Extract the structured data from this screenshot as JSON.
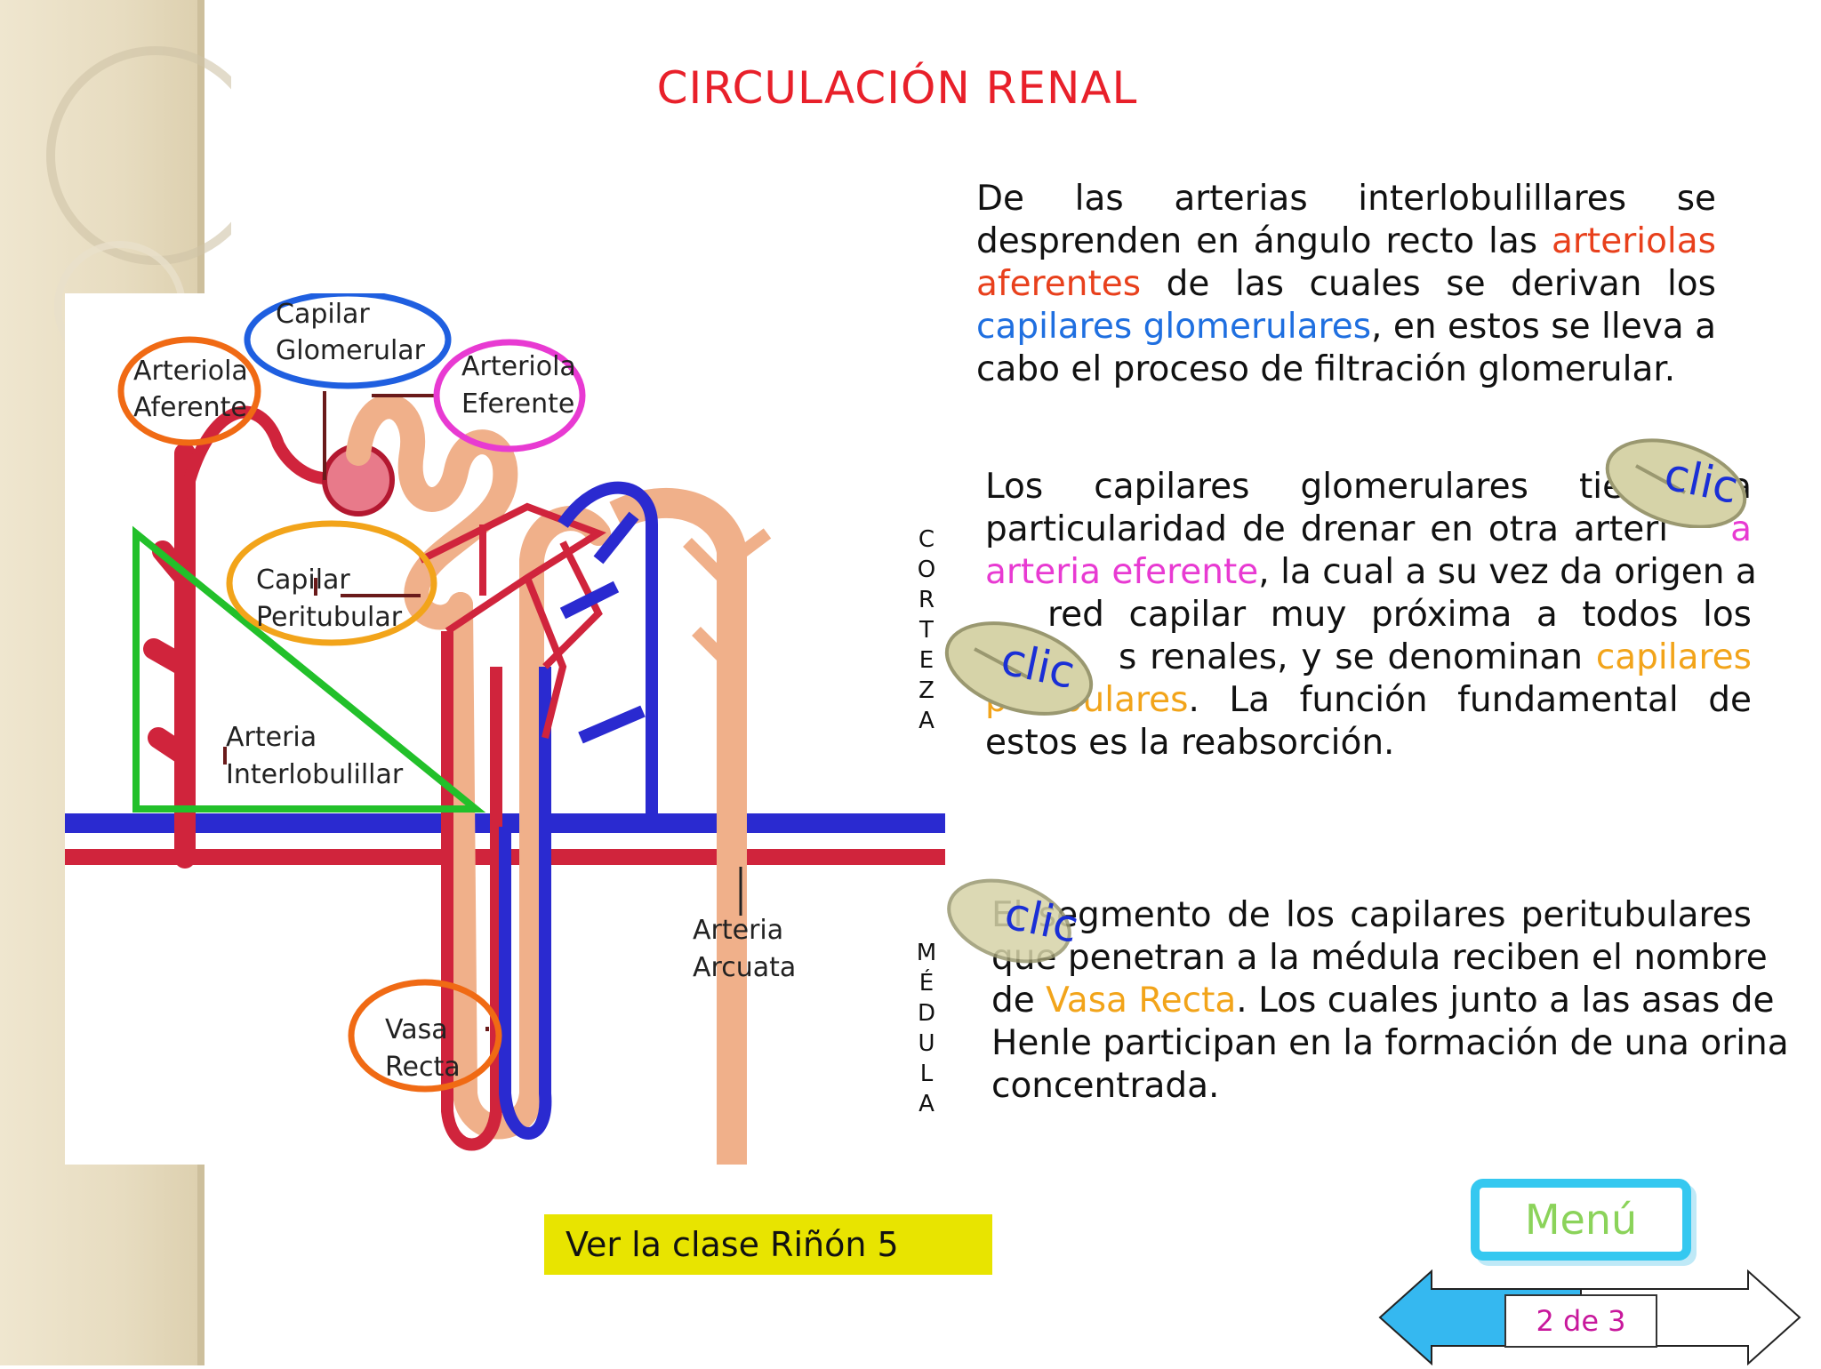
{
  "title": "CIRCULACIÓN RENAL",
  "paragraph1": {
    "l1": [
      "De",
      "las",
      "arterias",
      "interlobulillares",
      "se"
    ],
    "l2_a": "desprenden en ángulo recto las ",
    "l2_b": "arteriolas",
    "l3_a": "aferentes",
    "l3_b": " de las cuales se derivan los",
    "l4_a": "capilares glomerulares",
    "l4_b": ", en estos se lleva a",
    "l5": "cabo el proceso de filtración glomerular."
  },
  "paragraph2": {
    "l1": "Los capilares glomerulares tie",
    "l1_end": "a",
    "l2": "particularidad de drenar en otra arteri",
    "l2_end": "a",
    "l3_a": "arteria eferente",
    "l3_b": ", la cual a su vez da origen a",
    "l4": "red capilar muy próxima a todos los",
    "l5_a": "s renales, y se denominan ",
    "l5_b": "capilares",
    "l6_a": "p",
    "l6_b": "bulares",
    "l6_c": ". La  función fundamental de",
    "l7": "estos es la reabsorción."
  },
  "paragraph3": {
    "l1": "El segmento de los capilares peritubulares",
    "l2": "que penetran a la médula  reciben el nombre",
    "l3_a": "de ",
    "l3_b": "Vasa Recta",
    "l3_c": ". Los cuales junto a las asas de",
    "l4": "Henle participan en la formación de una orina",
    "l5": "concentrada."
  },
  "diagram_labels": {
    "capilar_glomerular": [
      "Capilar",
      "Glomerular"
    ],
    "arteriola_aferente": [
      "Arteriola",
      "Aferente"
    ],
    "arteriola_eferente": [
      "Arteriola",
      "Eferente"
    ],
    "capilar_peritubular": [
      "Capilar",
      "Peritubular"
    ],
    "arteria_interlobulillar": [
      "Arteria",
      "Interlobulillar"
    ],
    "arteria_arcuata": [
      "Arteria",
      "Arcuata"
    ],
    "vasa_recta": [
      "Vasa",
      "Recta"
    ],
    "corteza": [
      "C",
      "O",
      "R",
      "T",
      "E",
      "Z",
      "A"
    ],
    "medula": [
      "M",
      "É",
      "D",
      "U",
      "L",
      "A"
    ]
  },
  "clic_label": "clic",
  "ver_clase": "Ver la clase Riñón 5",
  "menu": "Menú",
  "page_indicator": "2 de 3",
  "colors": {
    "title": "#e8202a",
    "blue_ring": "#1f5fe0",
    "orange_ring": "#f06a14",
    "pink_ring": "#e83ad2",
    "yellow_ring": "#f2a41a",
    "green_triangle": "#22c02a",
    "artery": "#d0243c",
    "vein": "#2a2ad0",
    "tubule": "#f0b08a"
  }
}
